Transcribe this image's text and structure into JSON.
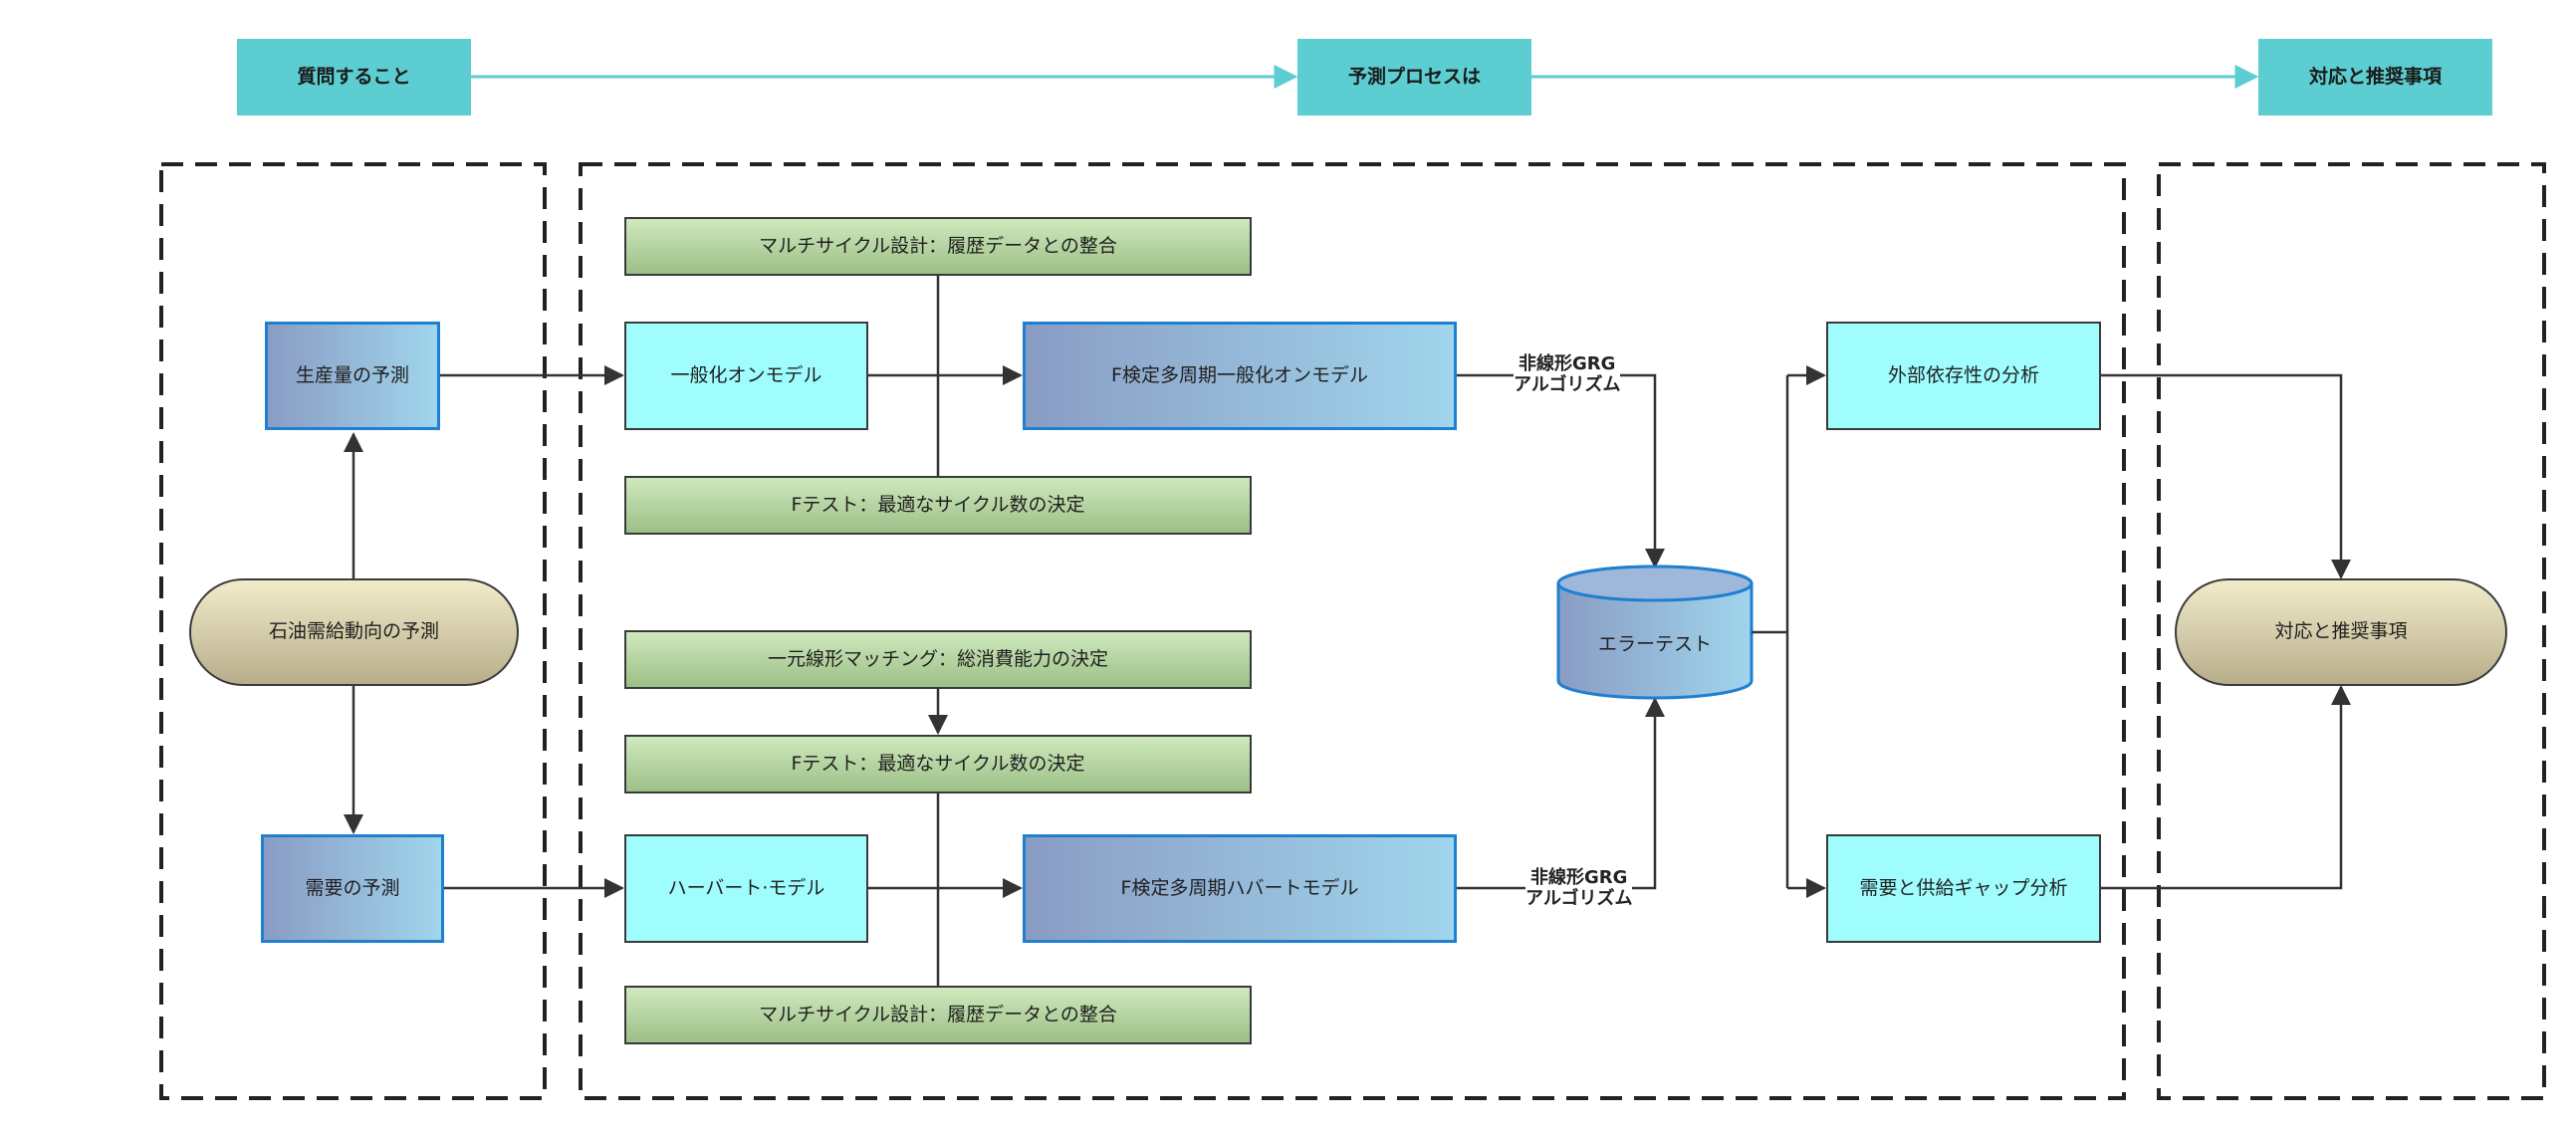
{
  "headers": {
    "left": "質問すること",
    "middle": "予測プロセスは",
    "right": "対応と推奨事項"
  },
  "left_panel": {
    "start": "石油需給動向の予測",
    "production": "生産量の予測",
    "demand": "需要の予測"
  },
  "middle_panel": {
    "top_multicycle": "マルチサイクル設計：履歴データとの整合",
    "generalized_model": "一般化オンモデル",
    "f_generalized_model": "F検定多周期一般化オンモデル",
    "top_ftest": "Fテスト：最適なサイクル数の決定",
    "linear_matching": "一元線形マッチング：総消費能力の決定",
    "bottom_ftest": "Fテスト：最適なサイクル数の決定",
    "hubbert_model": "ハーバート·モデル",
    "f_hubbert_model": "F検定多周期ハバートモデル",
    "bottom_multicycle": "マルチサイクル設計：履歴データとの整合",
    "grg_label_top": [
      "非線形GRG",
      "アルゴリズム"
    ],
    "grg_label_bottom": [
      "非線形GRG",
      "アルゴリズム"
    ],
    "error_test": "エラーテスト",
    "external_dependency": "外部依存性の分析",
    "gap_analysis": "需要と供給ギャップ分析"
  },
  "right_panel": {
    "response": "対応と推奨事項"
  },
  "colors": {
    "header": "#5ccdd0",
    "cyan_box": "#9ffdfd",
    "blue_border": "#1f7fd0",
    "line": "#333333"
  }
}
